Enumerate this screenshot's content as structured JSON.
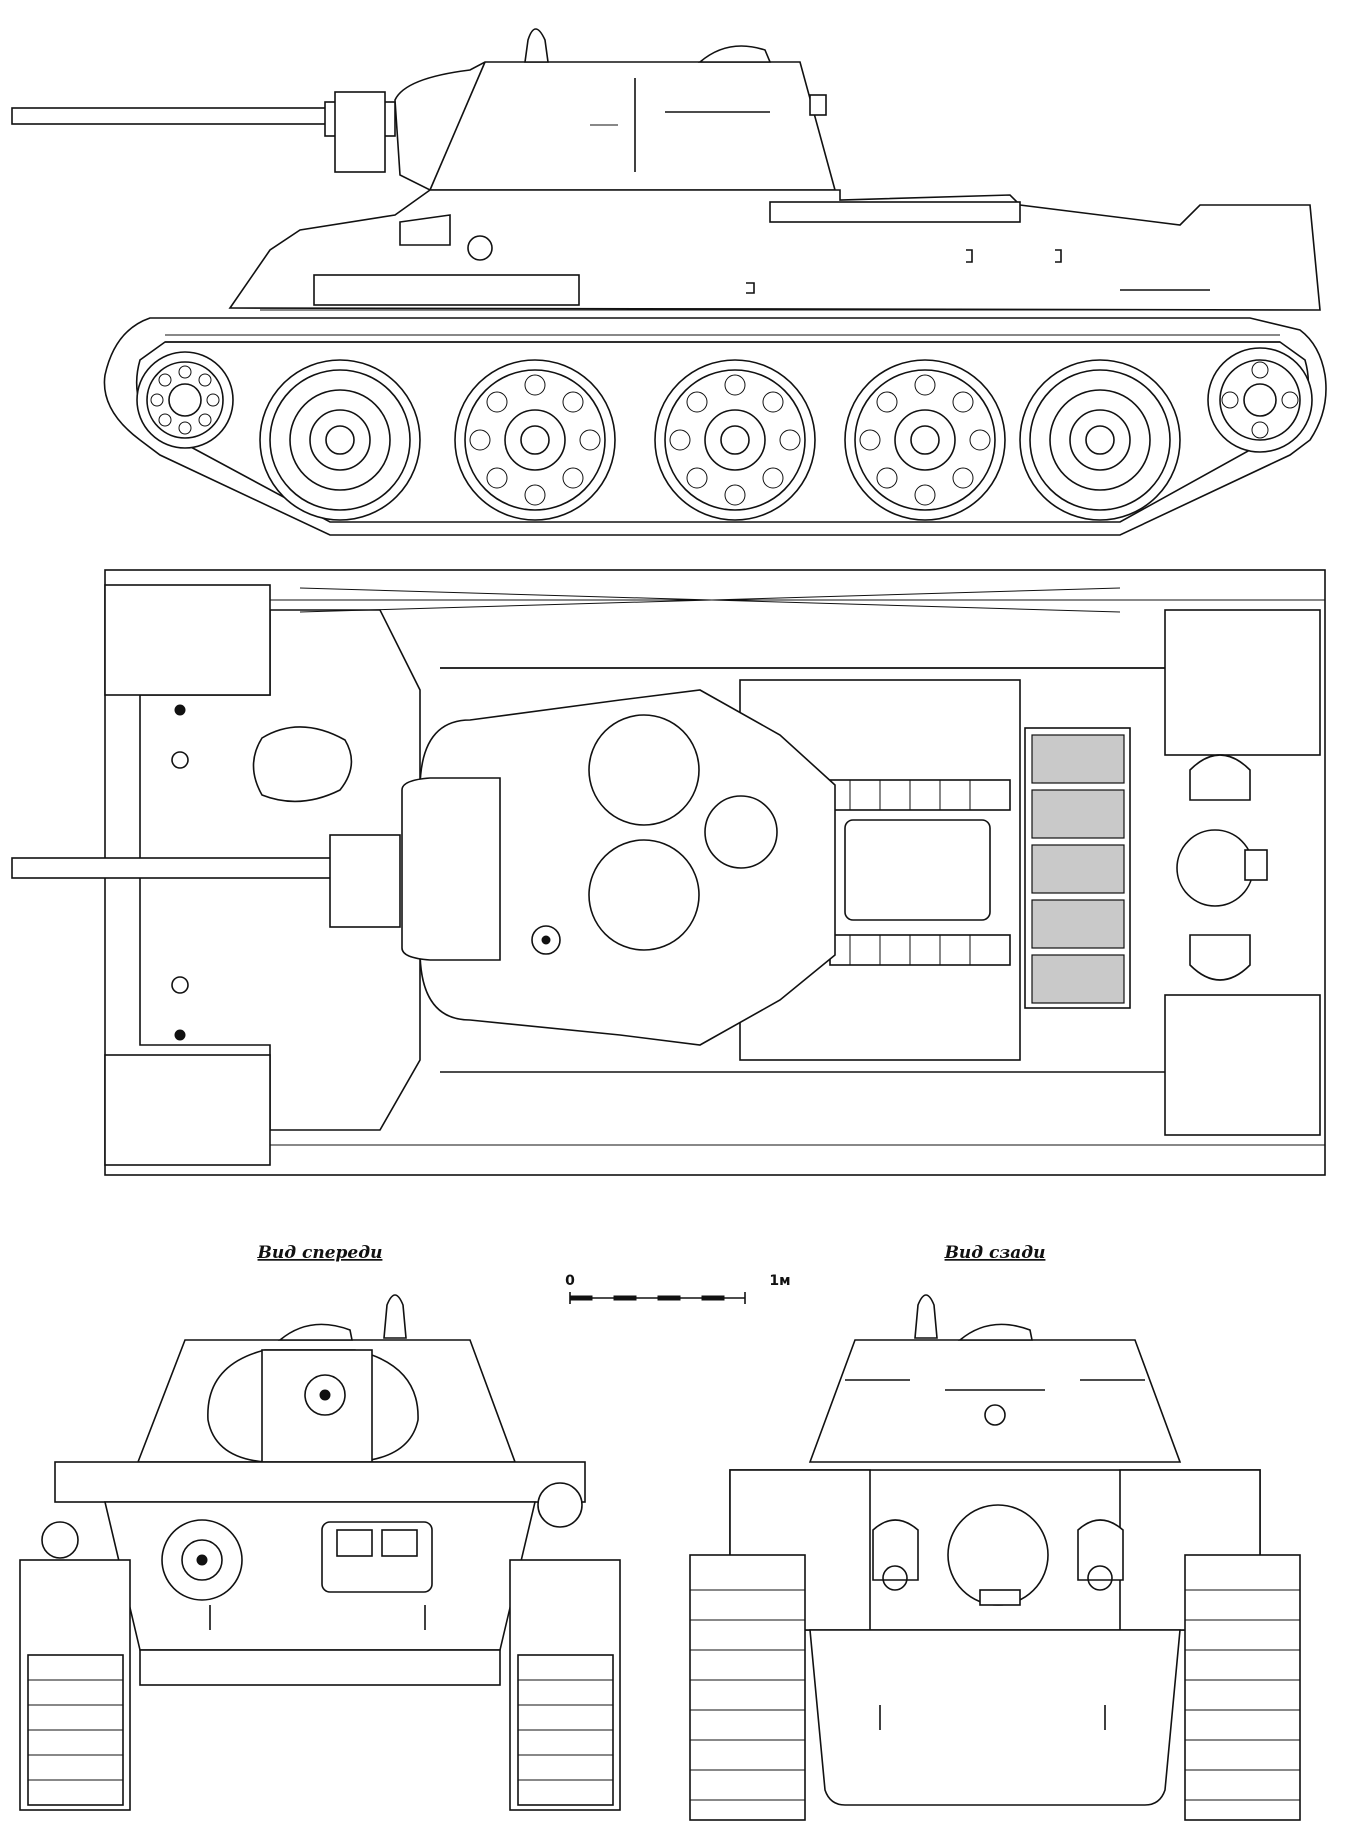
{
  "labels": {
    "front_view": "Вид спереди",
    "rear_view": "Вид сзади"
  },
  "scale": {
    "start": "0",
    "end": "1м"
  },
  "colors": {
    "ink": "#111111",
    "paper": "#ffffff",
    "engine_grille": "#c9c9c9"
  }
}
